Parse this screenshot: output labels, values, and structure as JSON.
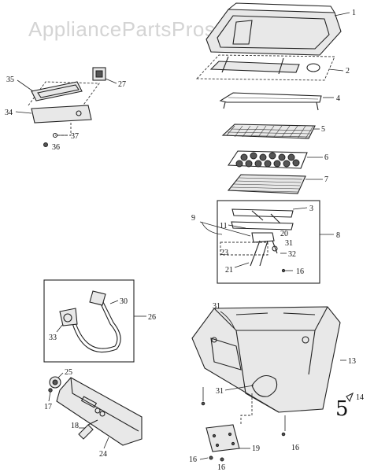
{
  "watermark": "AppliancePartsPros.com",
  "accent_color": "#222222",
  "callouts": [
    {
      "id": "c1",
      "number": "1"
    },
    {
      "id": "c2",
      "number": "2"
    },
    {
      "id": "c3",
      "number": "3"
    },
    {
      "id": "c4",
      "number": "4"
    },
    {
      "id": "c5",
      "number": "5"
    },
    {
      "id": "c6",
      "number": "6"
    },
    {
      "id": "c7",
      "number": "7"
    },
    {
      "id": "c8",
      "number": "8"
    },
    {
      "id": "c9",
      "number": "9"
    },
    {
      "id": "c11",
      "number": "11"
    },
    {
      "id": "c13",
      "number": "13"
    },
    {
      "id": "c14",
      "number": "14"
    },
    {
      "id": "c16a",
      "number": "16"
    },
    {
      "id": "c16b",
      "number": "16"
    },
    {
      "id": "c16c",
      "number": "16"
    },
    {
      "id": "c16d",
      "number": "16"
    },
    {
      "id": "c17",
      "number": "17"
    },
    {
      "id": "c18",
      "number": "18"
    },
    {
      "id": "c19",
      "number": "19"
    },
    {
      "id": "c20",
      "number": "20"
    },
    {
      "id": "c21",
      "number": "21"
    },
    {
      "id": "c23",
      "number": "23"
    },
    {
      "id": "c24",
      "number": "24"
    },
    {
      "id": "c25",
      "number": "25"
    },
    {
      "id": "c26",
      "number": "26"
    },
    {
      "id": "c27",
      "number": "27"
    },
    {
      "id": "c30",
      "number": "30"
    },
    {
      "id": "c31a",
      "number": "31"
    },
    {
      "id": "c31b",
      "number": "31"
    },
    {
      "id": "c31c",
      "number": "31"
    },
    {
      "id": "c32",
      "number": "32"
    },
    {
      "id": "c33",
      "number": "33"
    },
    {
      "id": "c34",
      "number": "34"
    },
    {
      "id": "c35",
      "number": "35"
    },
    {
      "id": "c36",
      "number": "36"
    },
    {
      "id": "c37",
      "number": "37"
    }
  ],
  "handwritten_mark": "5"
}
